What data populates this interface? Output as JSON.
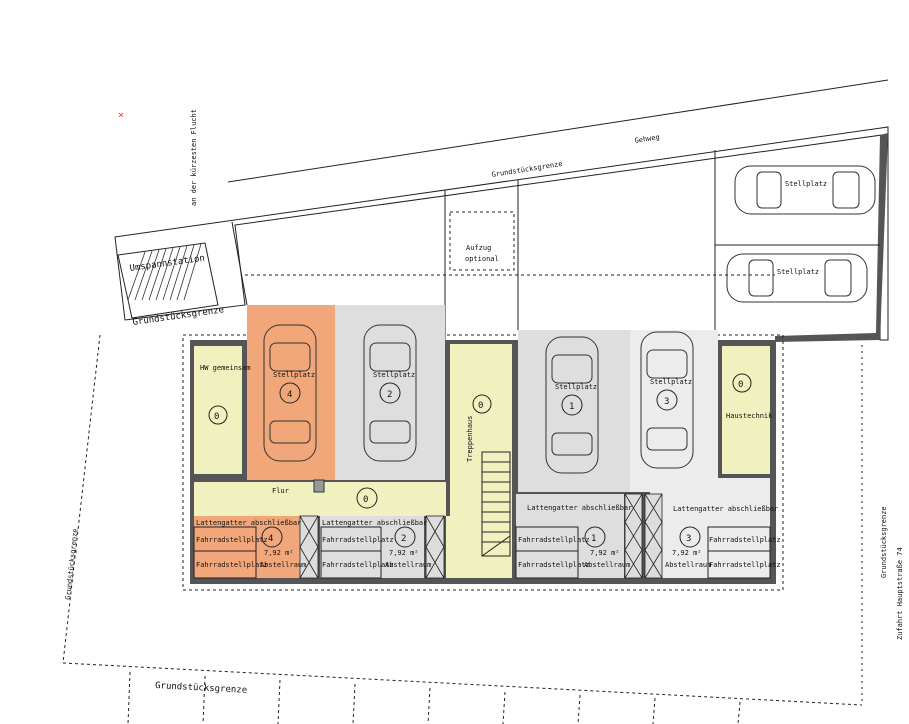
{
  "colors": {
    "orange": "#f2a77a",
    "grey": "#dedede",
    "yellow": "#f1f1bf",
    "light": "#ececec"
  },
  "labels": {
    "gehweg": "Gehweg",
    "grenze_top": "Grundstücksgrenze",
    "grenze_umspann": "Grundstücksgrenze",
    "grenze_left": "Grundstücksgrenze",
    "grenze_bottom": "Grundstücksgrenze",
    "grenze_right": "Grundstücksgrenze",
    "flucht": "an der kürzesten Flucht",
    "umspann": "Umspannstation",
    "aufzug1": "Aufzug",
    "aufzug2": "optional",
    "hw": "HW gemeinsam",
    "haustechnik": "Haustechnik",
    "treppenhaus": "Treppenhaus",
    "flur": "Flur",
    "zufahrt": "Zufahrt  Hauptstraße 74"
  },
  "stellplatz": "Stellplatz",
  "garages": [
    {
      "num": "4"
    },
    {
      "num": "2"
    },
    {
      "num": "1"
    },
    {
      "num": "3"
    }
  ],
  "zero": "0",
  "storage": {
    "gatter": "Lattengatter abschließbar",
    "fahrrad": "Fahrradstellplatz",
    "area": "7,92 m²",
    "abstell": "Abstellraum"
  }
}
